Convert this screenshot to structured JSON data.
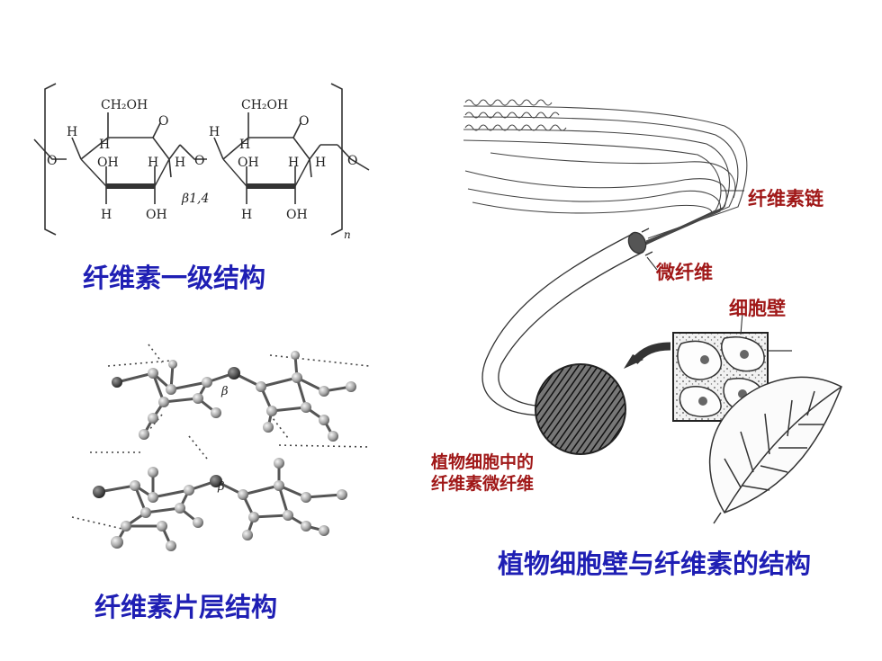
{
  "captions": {
    "primary_structure": "纤维素一级结构",
    "sheet_structure": "纤维素片层结构",
    "cell_wall_structure": "植物细胞壁与纤维素的结构"
  },
  "formula": {
    "ch2oh_left": "CH₂OH",
    "ch2oh_right": "CH₂OH",
    "ring_o": "O",
    "glycosidic_o": "O",
    "h": "H",
    "oh": "OH",
    "beta_link": "β1,4",
    "n": "n"
  },
  "sheet": {
    "beta_upper": "β",
    "beta_lower": "β"
  },
  "labels": {
    "cellulose_chain": "纤维素链",
    "microfibril": "微纤维",
    "cell_wall": "细胞壁",
    "microfibril_in_cell_line1": "植物细胞中的",
    "microfibril_in_cell_line2": "纤维素微纤维"
  }
}
